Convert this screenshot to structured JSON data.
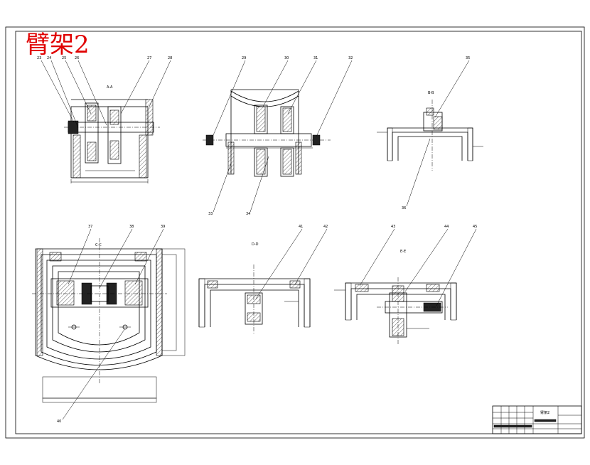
{
  "drawing": {
    "title": "臂架2",
    "view_labels": [
      "A-A",
      "B-B",
      "C-C",
      "D-D",
      "E-E"
    ]
  },
  "callouts": {
    "view1": [
      "23",
      "24",
      "25",
      "26",
      "27",
      "28"
    ],
    "view2": [
      "29",
      "30",
      "31",
      "32",
      "33",
      "34"
    ],
    "view3": [
      "35",
      "36"
    ],
    "view4": [
      "37",
      "38",
      "39",
      "40"
    ],
    "view5": [
      "41",
      "42"
    ],
    "view6": [
      "43",
      "44",
      "45"
    ]
  },
  "title_block": {
    "name": "臂架2"
  }
}
